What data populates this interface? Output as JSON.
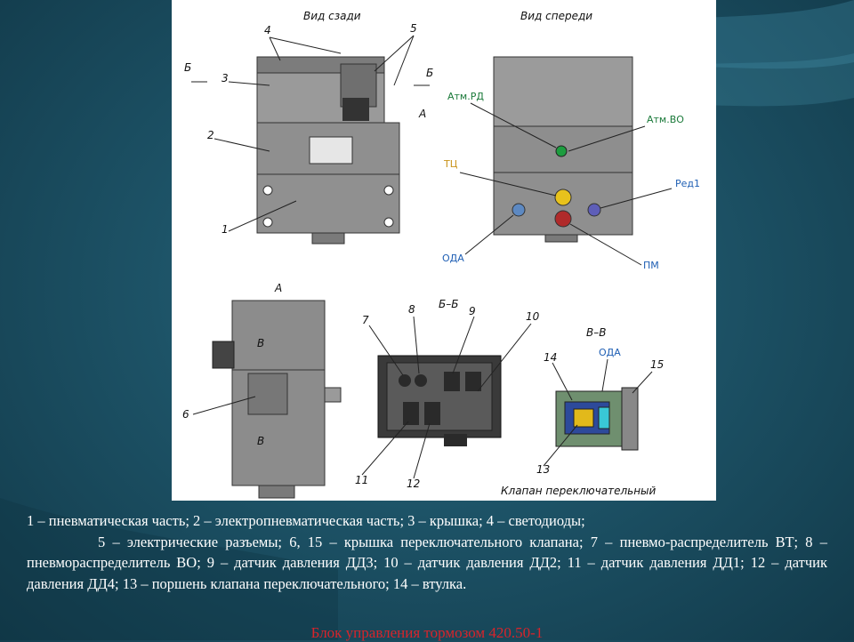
{
  "slide": {
    "figure": {
      "view_back": "Вид сзади",
      "view_front": "Вид спереди",
      "section_bb": "Б–Б",
      "section_vv": "В–В",
      "view_a": "А",
      "mark_b": "Б",
      "mark_a": "А",
      "mark_v": "В",
      "valve_caption": "Клапан переключательный",
      "numbers": [
        "1",
        "2",
        "3",
        "4",
        "5",
        "6",
        "7",
        "8",
        "9",
        "10",
        "11",
        "12",
        "13",
        "14",
        "15"
      ],
      "front_labels": {
        "atm_rd": "Атм.РД",
        "atm_vo": "Атм.ВО",
        "tc": "ТЦ",
        "red1": "Ред1",
        "oda": "ОДА",
        "pm": "ПМ",
        "oda_vv": "ОДА"
      }
    },
    "caption": {
      "line1": "1 – пневматическая часть; 2 – электропневматическая часть; 3 – крышка; 4 – светодиоды;",
      "line2": "5 – электрические разъемы; 6, 15 – крышка переключательного клапана; 7 – пневмо-распределитель ВТ; 8 – пневмораспределитель ВО; 9 – датчик давления ДД3; 10 – датчик давления ДД2; 11 – датчик давления ДД1; 12 – датчик давления ДД4; 13 – поршень клапана переключательного; 14 – втулка."
    },
    "footer_title": "Блок управления тормозом 420.50-1",
    "colors": {
      "background": "#1d5367",
      "caption_text": "#ffffff",
      "footer_title": "#d8242b",
      "device_gray": "#8d8d8d",
      "label_blue": "#1f5fb4",
      "label_gold": "#c9931a",
      "label_green": "#1b7a3a"
    }
  }
}
